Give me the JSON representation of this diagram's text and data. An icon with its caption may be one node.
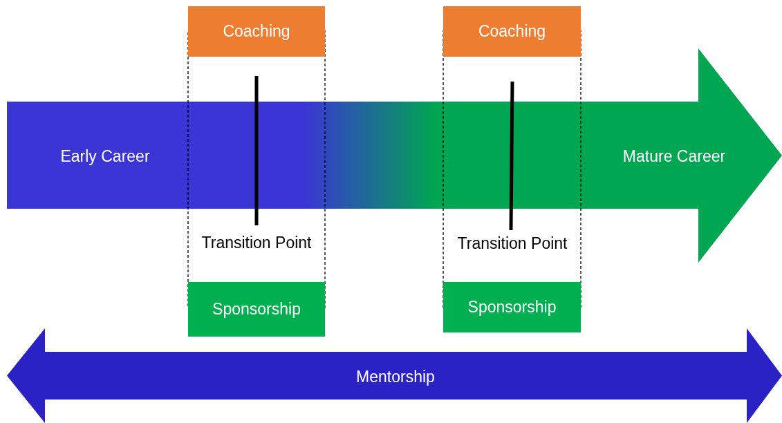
{
  "diagram": {
    "nodes": [
      {
        "text": [
          "Early Career",
          "Mature Career"
        ]
      },
      {
        "text": [
          "Coaching"
        ]
      },
      {
        "text": [
          "Sponsorship"
        ]
      },
      {
        "text": [
          "Coaching"
        ]
      },
      {
        "text": [
          "Sponsorship"
        ]
      },
      {
        "text": [
          "Mentorship"
        ]
      }
    ],
    "labels": [
      "Transition Point",
      "Transition Point"
    ]
  }
}
